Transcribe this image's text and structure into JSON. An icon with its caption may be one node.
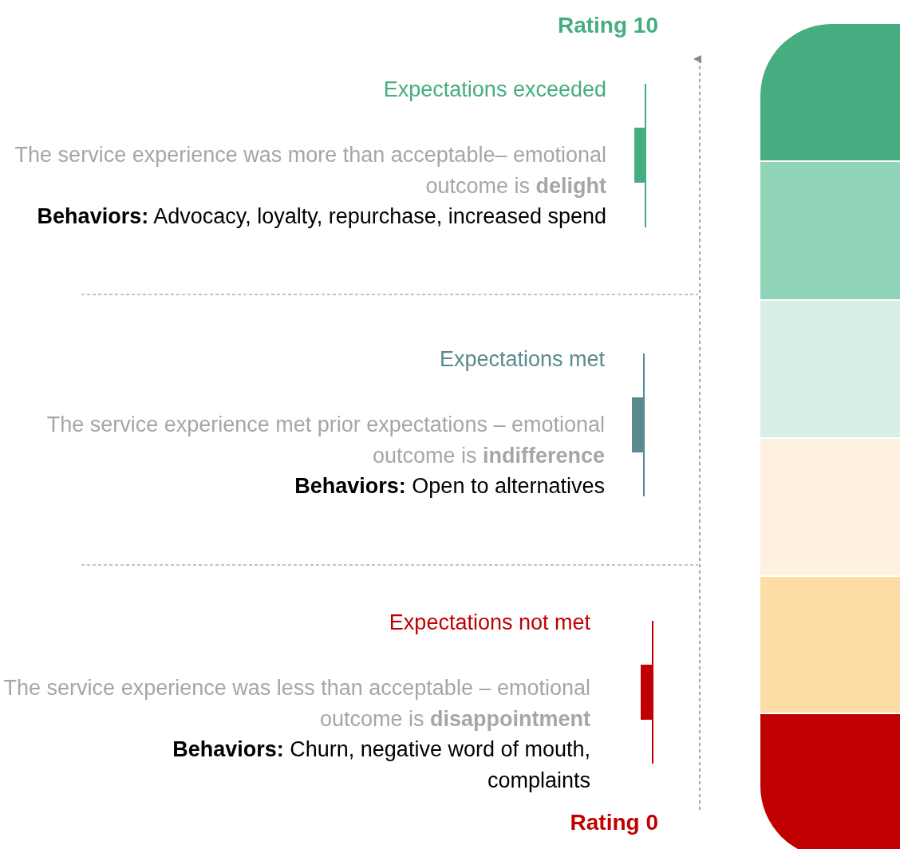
{
  "diagram": {
    "labels": [
      "Rating 10",
      "Expectations exceeded",
      "The service experience was more than acceptable– emotional outcome is **delight**",
      "**Behaviors:** Advocacy, loyalty, repurchase, increased spend",
      "Expectations met",
      "The service experience met prior expectations – emotional outcome is **indifference**",
      "**Behaviors:** Open to alternatives",
      "Expectations not met",
      "The service experience was less than acceptable – emotional outcome is **disappointment**",
      "**Behaviors:** Churn, negative word of mouth, complaints",
      "Rating 0"
    ]
  }
}
